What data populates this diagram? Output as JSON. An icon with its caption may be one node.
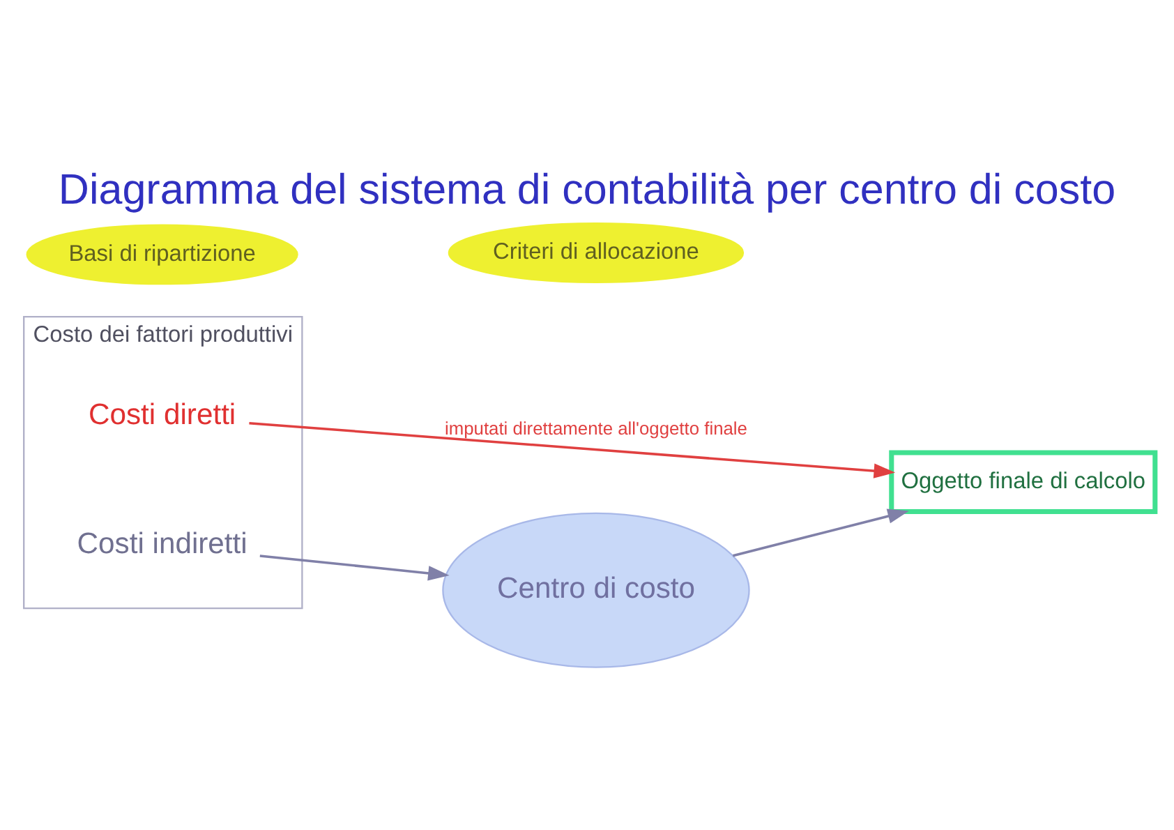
{
  "diagram": {
    "title": "Diagramma del sistema di contabilità per centro di costo",
    "nodes": [
      {
        "text": [
          "Costo dei fattori produttivi"
        ]
      },
      {
        "text": [
          "Oggetto finale di calcolo"
        ]
      },
      {
        "text": [
          "Costi diretti"
        ],
        "in": 0
      },
      {
        "text": [
          "Basi di ripartizione"
        ]
      },
      {
        "text": [
          "Criteri di allocazione"
        ]
      },
      {
        "text": [
          "Costi indiretti"
        ],
        "in": 0
      },
      {
        "text": [
          "Centro di costo"
        ]
      }
    ],
    "edges": [
      {
        "from": 2,
        "to": 1,
        "arrow": "to",
        "label": "imputati direttamente all'oggetto finale",
        "color": "#e04040"
      },
      {
        "from": 5,
        "to": 6,
        "arrow": "to"
      },
      {
        "from": 6,
        "to": 1,
        "arrow": "to"
      }
    ]
  }
}
